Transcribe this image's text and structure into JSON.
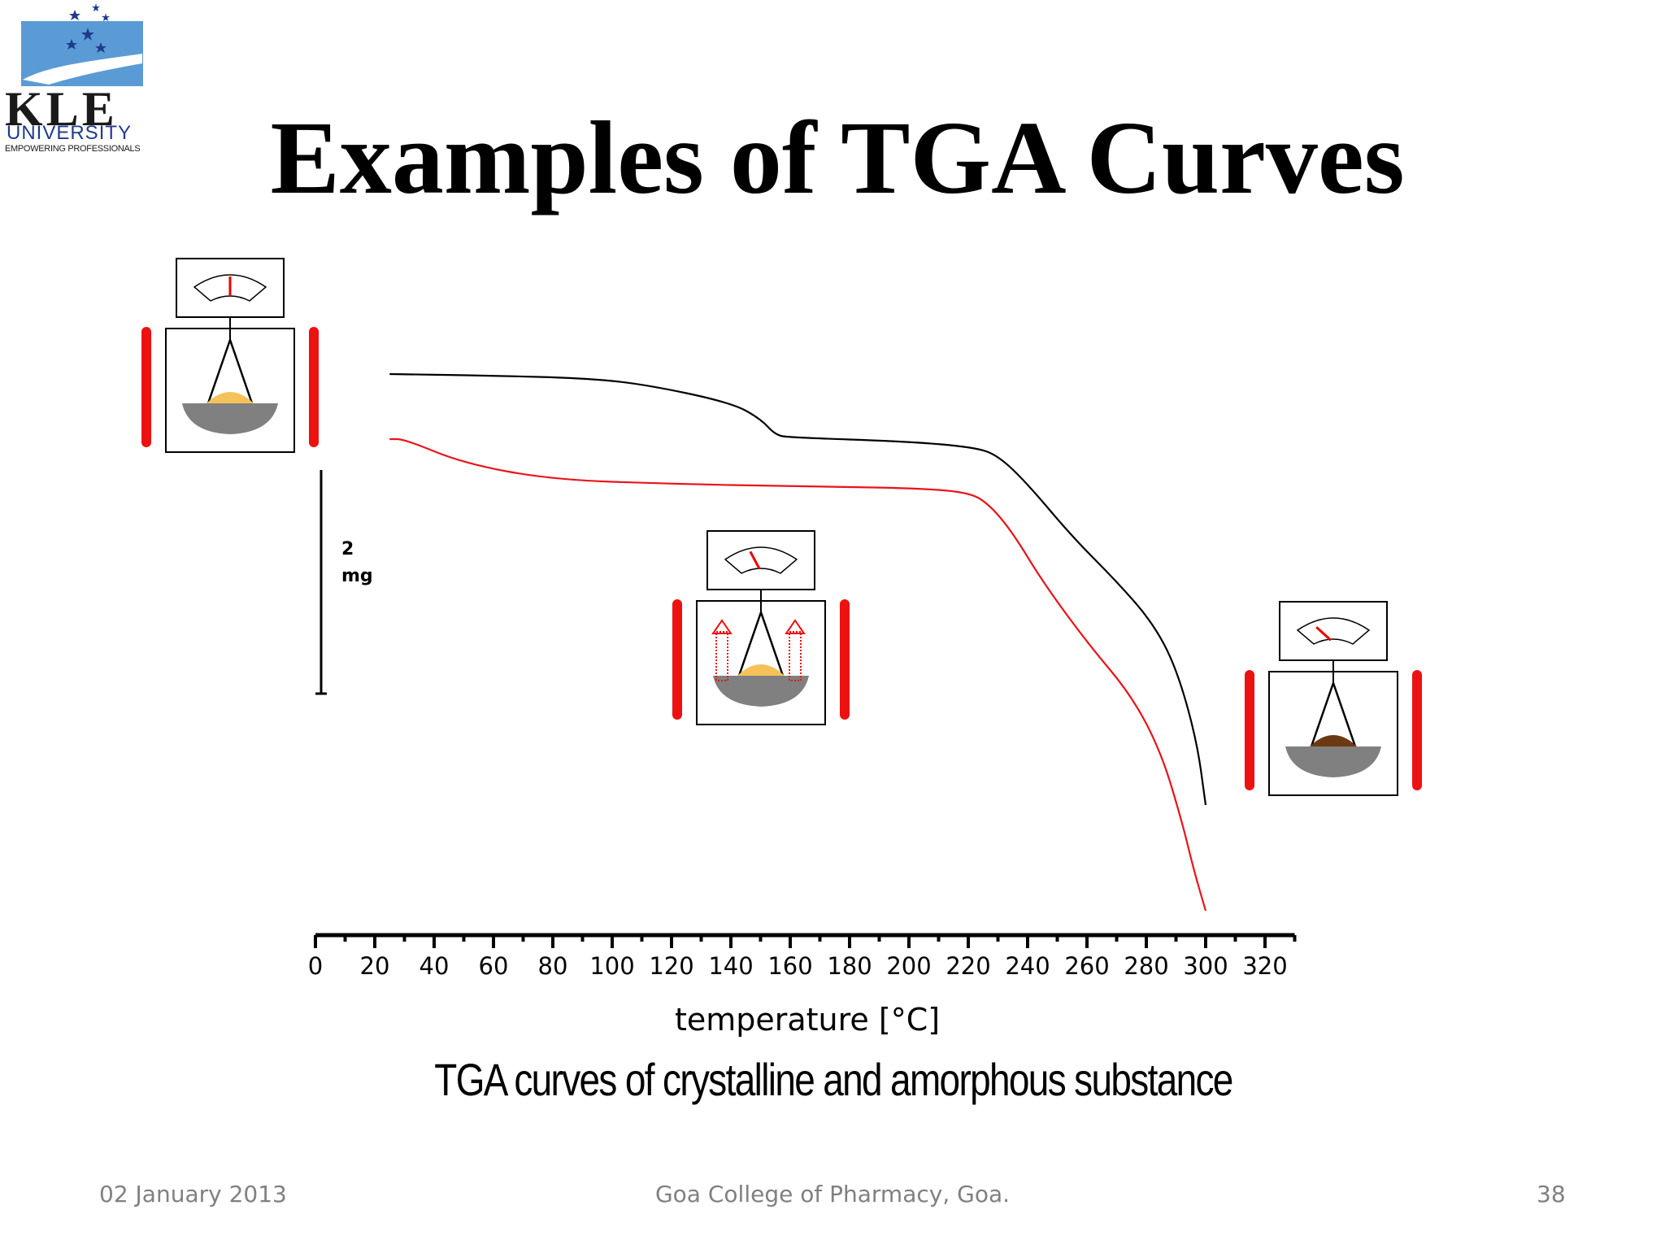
{
  "slide": {
    "title": "Examples of TGA Curves",
    "footer": {
      "date": "02 January 2013",
      "institution": "Goa College of Pharmacy, Goa.",
      "page": "38"
    }
  },
  "logo": {
    "name": "KLE",
    "subtitle": "UNIVERSITY",
    "tagline": "EMPOWERING PROFESSIONALS",
    "colors": {
      "sky": "#5b9bd5",
      "stars": "#1f3b8c"
    }
  },
  "chart_data": {
    "type": "line",
    "caption": "TGA curves of crystalline and amorphous substance",
    "xlabel": "temperature [°C]",
    "xlim": [
      0,
      330
    ],
    "xticks": [
      0,
      20,
      40,
      60,
      80,
      100,
      120,
      140,
      160,
      180,
      200,
      220,
      240,
      260,
      280,
      300,
      320
    ],
    "scale_bar": {
      "value": "2",
      "unit": "mg"
    },
    "colors": {
      "black_series": "#000000",
      "red_series": "#e8141a",
      "furnace": "#ee1111",
      "sample_crystalline": "#f5c25a",
      "sample_decomposed": "#6b3a12",
      "pan": "#808080"
    },
    "series": [
      {
        "color": "#000000",
        "points": [
          [
            25,
            0
          ],
          [
            60,
            -0.02
          ],
          [
            90,
            -0.05
          ],
          [
            110,
            -0.12
          ],
          [
            140,
            -0.35
          ],
          [
            150,
            -0.55
          ],
          [
            155,
            -0.75
          ],
          [
            160,
            -0.78
          ],
          [
            200,
            -0.83
          ],
          [
            222,
            -0.9
          ],
          [
            230,
            -1.0
          ],
          [
            240,
            -1.35
          ],
          [
            255,
            -2.0
          ],
          [
            270,
            -2.55
          ],
          [
            282,
            -3.05
          ],
          [
            290,
            -3.6
          ],
          [
            297,
            -4.5
          ],
          [
            300,
            -5.3
          ]
        ]
      },
      {
        "color": "#e8141a",
        "points": [
          [
            25,
            -0.8
          ],
          [
            30,
            -0.8
          ],
          [
            50,
            -1.1
          ],
          [
            80,
            -1.3
          ],
          [
            120,
            -1.35
          ],
          [
            160,
            -1.38
          ],
          [
            200,
            -1.4
          ],
          [
            220,
            -1.45
          ],
          [
            227,
            -1.6
          ],
          [
            235,
            -1.95
          ],
          [
            245,
            -2.55
          ],
          [
            260,
            -3.3
          ],
          [
            275,
            -3.95
          ],
          [
            285,
            -4.65
          ],
          [
            292,
            -5.5
          ],
          [
            296,
            -6.1
          ],
          [
            300,
            -6.6
          ]
        ]
      }
    ],
    "annotations": [
      {
        "label": "balance-start",
        "gauge_needle_deg": 0,
        "sample": "crystalline"
      },
      {
        "label": "balance-heating",
        "gauge_needle_deg": -28,
        "sample": "crystalline",
        "heat_arrows": true
      },
      {
        "label": "balance-end",
        "gauge_needle_deg": -48,
        "sample": "decomposed"
      }
    ]
  }
}
